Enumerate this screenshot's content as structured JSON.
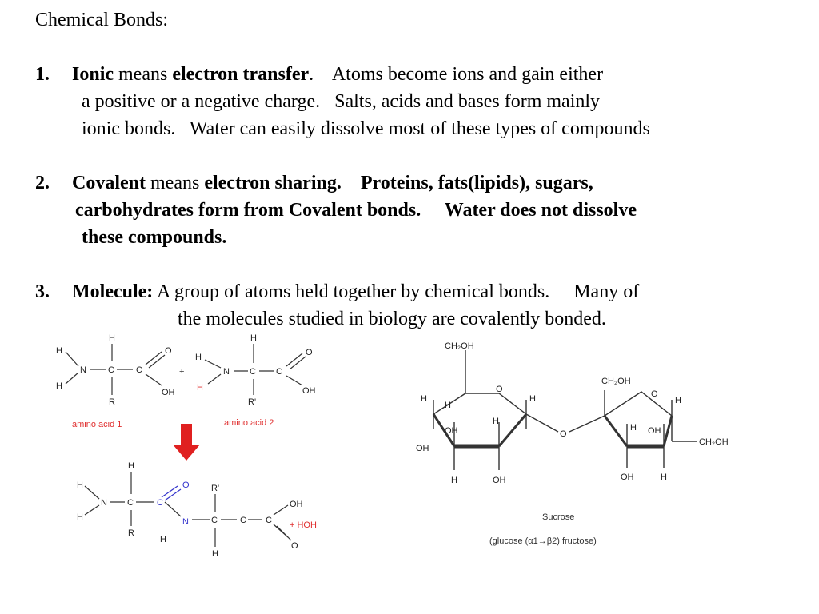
{
  "heading": "Chemical Bonds:",
  "items": [
    {
      "num": "1.",
      "term": "Ionic",
      "means": " means ",
      "key": "electron transfer",
      "line1_rest": ".    Atoms become ions and gain either",
      "line2": "a positive or a negative charge.   Salts, acids and bases form mainly",
      "line3": "ionic bonds.   Water can easily dissolve most of these types of compounds"
    },
    {
      "num": "2.",
      "term": "Covalent",
      "means": " means ",
      "key": "electron sharing.",
      "line1_rest": "    Proteins, fats(lipids), sugars,",
      "line2": "carbohydrates form from Covalent bonds.     Water does not dissolve",
      "line3": "these compounds."
    },
    {
      "num": "3.",
      "term": "Molecule:",
      "line1_rest": " A group of atoms held together by chemical bonds.     Many of",
      "line2": "the molecules studied in biology are covalently bonded."
    }
  ],
  "figure_amino": {
    "label_aa1": "amino acid 1",
    "label_aa2": "amino acid 2",
    "water": "+ HOH",
    "plus": "+",
    "atoms": {
      "H": "H",
      "N": "N",
      "C": "C",
      "O": "O",
      "OH": "OH",
      "R": "R",
      "R2": "R'"
    }
  },
  "figure_sugar": {
    "ch2oh": "CH₂OH",
    "oh": "OH",
    "h": "H",
    "o": "O",
    "caption1": "Sucrose",
    "caption2": "(glucose (α1→β2) fructose)"
  }
}
